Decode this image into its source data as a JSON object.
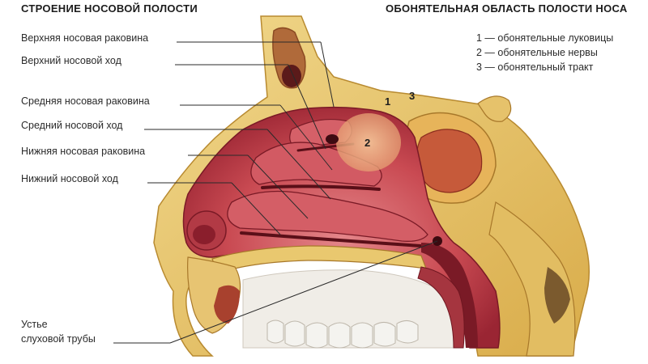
{
  "titles": {
    "left": "СТРОЕНИЕ НОСОВОЙ ПОЛОСТИ",
    "right": "ОБОНЯТЕЛЬНАЯ ОБЛАСТЬ ПОЛОСТИ НОСА"
  },
  "labels": [
    "Верхняя носовая раковина",
    "Верхний носовой ход",
    "Средняя носовая раковина",
    "Средний носовой ход",
    "Нижняя носовая раковина",
    "Нижний носовой ход"
  ],
  "eustachian": {
    "line1": "Устье",
    "line2": "слуховой трубы"
  },
  "legend": [
    "1 — обонятельные луковицы",
    "2 — обонятельные нервы",
    "3 — обонятельный тракт"
  ],
  "markers": [
    "1",
    "2",
    "3"
  ],
  "colors": {
    "bone": "#e8c56a",
    "bone_dark": "#c49a34",
    "mucosa": "#c94a52",
    "mucosa_dark": "#8e1e2a",
    "cavity_light": "#e07d80",
    "teeth": "#f1f1ee",
    "olfactory": "#f0b889"
  }
}
